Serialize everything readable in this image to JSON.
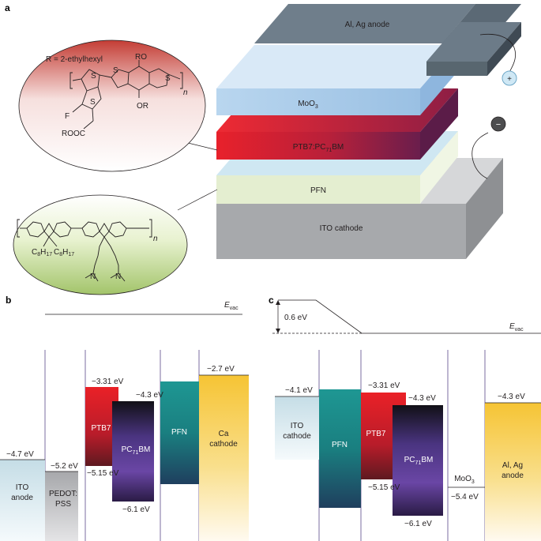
{
  "panels": {
    "a": "a",
    "b": "b",
    "c": "c"
  },
  "device": {
    "anode": "Al, Ag anode",
    "moo3": "MoO",
    "moo3_sub": "3",
    "active_pre": "PTB7:PC",
    "active_sub": "71",
    "active_post": "BM",
    "pfn": "PFN",
    "ito": "ITO cathode",
    "plus": "+",
    "minus": "−"
  },
  "ptb7_structure": {
    "r_def": "R = 2-ethylhexyl",
    "ro_top": "RO",
    "or_bottom": "OR",
    "s1": "S",
    "s2": "S",
    "s3": "S",
    "s4": "S",
    "f": "F",
    "rooc": "ROOC",
    "n": "n"
  },
  "pfn_structure": {
    "c8_a": "C",
    "c8_a_sub": "8",
    "c8_a_h": "H",
    "c8_a_hsub": "17",
    "c8_b": "C",
    "c8_b_sub": "8",
    "c8_b_h": "H",
    "c8_b_hsub": "17",
    "n_atom1": "N",
    "n_atom2": "N",
    "n": "n"
  },
  "diagram_b": {
    "evac": "E",
    "evac_sub": "vac",
    "levels": {
      "ito": "−4.7 eV",
      "pedot": "−5.2 eV",
      "ptb7_lumo": "−3.31 eV",
      "ptb7_homo": "−5.15 eV",
      "pcbm_lumo": "−4.3 eV",
      "pcbm_homo": "−6.1 eV",
      "pfn_top": "−2.7 eV"
    },
    "labels": {
      "ito_1": "ITO",
      "ito_2": "anode",
      "pedot_1": "PEDOT:",
      "pedot_2": "PSS",
      "ptb7": "PTB7",
      "pcbm_pre": "PC",
      "pcbm_sub": "71",
      "pcbm_post": "BM",
      "pfn": "PFN",
      "ca_1": "Ca",
      "ca_2": "cathode"
    }
  },
  "diagram_c": {
    "offset": "0.6 eV",
    "evac": "E",
    "evac_sub": "vac",
    "levels": {
      "ito": "−4.1 eV",
      "ptb7_lumo": "−3.31 eV",
      "ptb7_homo": "−5.15 eV",
      "pcbm_lumo": "−4.3 eV",
      "pcbm_homo": "−6.1 eV",
      "moo3": "−5.4 eV",
      "alag": "−4.3 eV"
    },
    "labels": {
      "ito_1": "ITO",
      "ito_2": "cathode",
      "pfn": "PFN",
      "ptb7": "PTB7",
      "pcbm_pre": "PC",
      "pcbm_sub": "71",
      "pcbm_post": "BM",
      "moo3": "MoO",
      "moo3_sub": "3",
      "alag_1": "Al, Ag",
      "alag_2": "anode"
    }
  },
  "colors": {
    "ito_gray": "#a7a9ac",
    "pfn_green": "#e3efcd",
    "ptb7_red": "#e52229",
    "moo3_blue": "#a9cce8",
    "anode_gray": "#6c7b88",
    "pcbm_purple": "#5b3a8c",
    "pfn_teal": "#1b8c89",
    "ca_yellow": "#f6c93a"
  }
}
